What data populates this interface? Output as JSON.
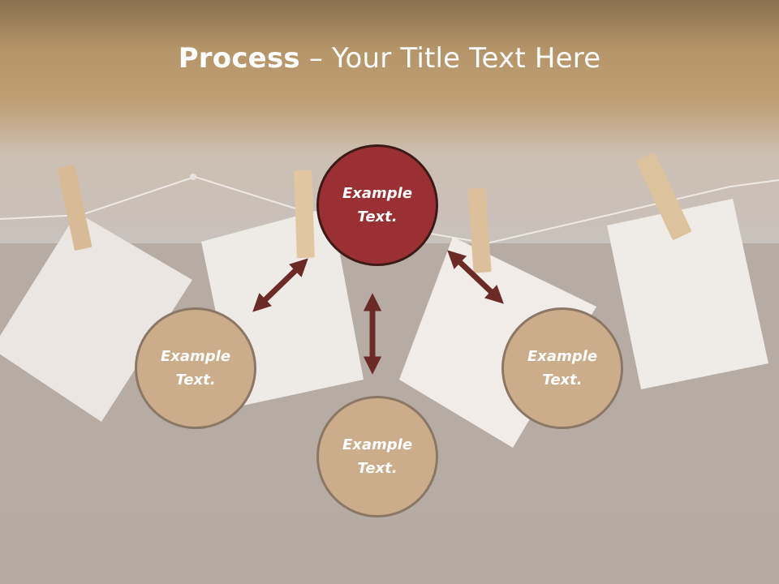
{
  "title": {
    "bold": "Process",
    "rest": " – Your Title Text Here"
  },
  "nodes": {
    "top": {
      "line1": "Example",
      "line2": "Text."
    },
    "left": {
      "line1": "Example",
      "line2": "Text."
    },
    "bottom": {
      "line1": "Example",
      "line2": "Text."
    },
    "right": {
      "line1": "Example",
      "line2": "Text."
    }
  },
  "colors": {
    "main_circle": "#9b3034",
    "sub_circle": "#cbad8b",
    "arrow": "#6b2a26"
  }
}
